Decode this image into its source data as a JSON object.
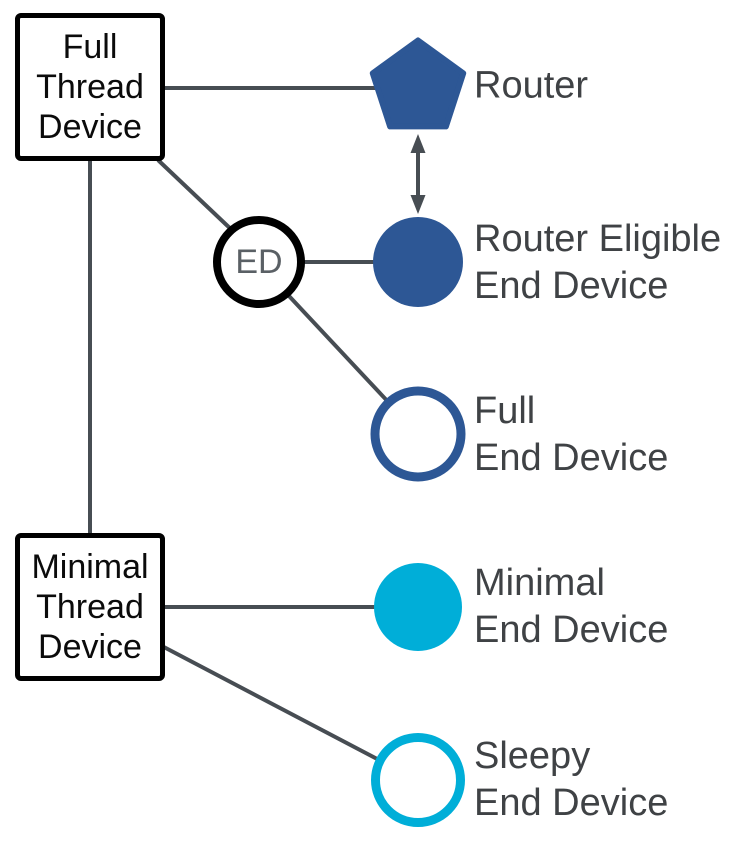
{
  "colors": {
    "router_blue": "#2d5795",
    "minimal_cyan": "#00aed8",
    "connector_gray": "#474d53",
    "label_gray": "#3f4245",
    "box_border_black": "#000000"
  },
  "boxes": {
    "full_thread_device": "Full\nThread\nDevice",
    "minimal_thread_device": "Minimal\nThread\nDevice"
  },
  "ed_badge": "ED",
  "legend": {
    "router": "Router",
    "router_eligible_end_device": "Router Eligible\nEnd Device",
    "full_end_device": "Full\nEnd Device",
    "minimal_end_device": "Minimal\nEnd Device",
    "sleepy_end_device": "Sleepy\nEnd Device"
  }
}
